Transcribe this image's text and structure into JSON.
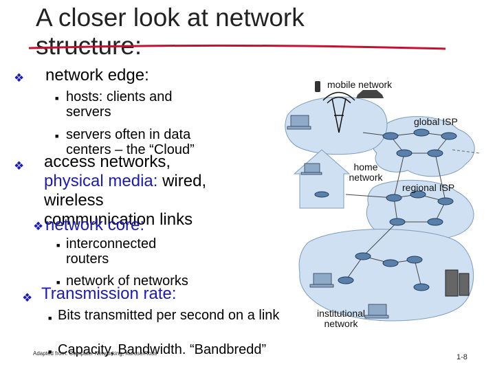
{
  "slide": {
    "title": "A closer look at network structure:",
    "bullets": [
      {
        "id": "edge",
        "text": "network edge:",
        "subs": [
          "hosts: clients and servers",
          "servers often in data centers – the “Cloud”"
        ]
      },
      {
        "id": "access",
        "text": "access networks,",
        "line2": "physical media: wired,",
        "line3": "wireless",
        "line4": "communication links"
      },
      {
        "id": "core",
        "text": "network core:",
        "subs": [
          "interconnected routers",
          "network of networks"
        ]
      },
      {
        "id": "rate",
        "text": "Transmission rate:",
        "subs": [
          "Bits transmitted per second on a link",
          "Capacity, Bandwidth. “Bandbredd”"
        ]
      }
    ],
    "footer": "Adapted from: Computer Networking, Kurose/Ross",
    "page_number": "1-8"
  },
  "diagram": {
    "labels": {
      "mobile": "mobile network",
      "global_isp": "global ISP",
      "home": "home network",
      "regional_isp": "regional ISP",
      "institutional": "institutional network"
    }
  },
  "colors": {
    "bullet_blue": "#1a1ab8",
    "underline_red": "#c8102e",
    "cloud": "#cfe0f2"
  }
}
